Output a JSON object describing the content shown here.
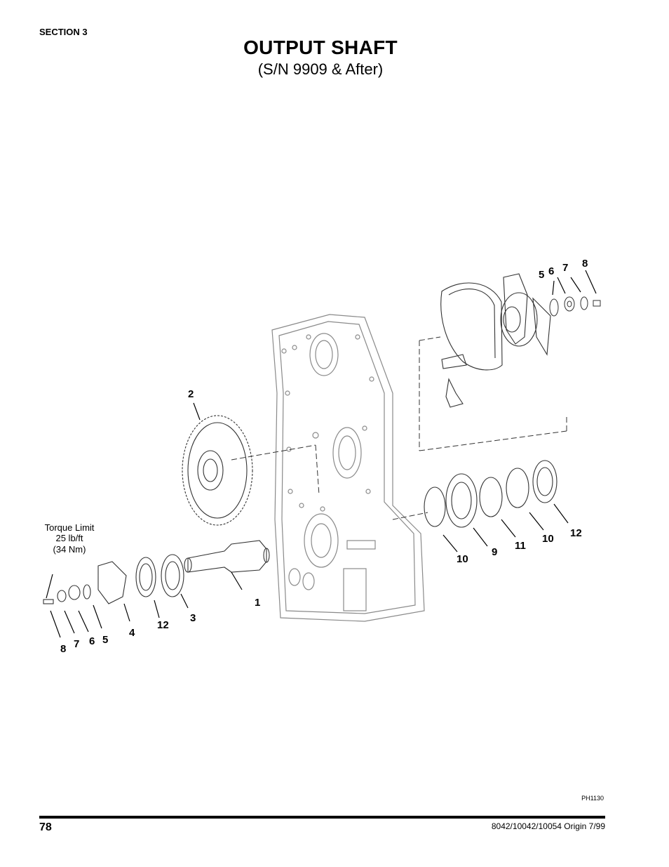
{
  "header": {
    "section": "SECTION 3",
    "title": "OUTPUT SHAFT",
    "subtitle": "(S/N 9909 & After)"
  },
  "diagram": {
    "torque_note": [
      "Torque Limit",
      "25 lb/ft",
      "(34 Nm)"
    ],
    "callouts": {
      "c1": "1",
      "c2": "2",
      "c3": "3",
      "c4": "4",
      "c12a": "12",
      "c5a": "5",
      "c6a": "6",
      "c7a": "7",
      "c8a": "8",
      "c9": "9",
      "c10a": "10",
      "c10b": "10",
      "c11": "11",
      "c12b": "12",
      "c5b": "5",
      "c6b": "6",
      "c7b": "7",
      "c8b": "8"
    },
    "figure_id": "PH1130"
  },
  "footer": {
    "page_number": "78",
    "doc_ref": "8042/10042/10054 Origin 7/99"
  }
}
